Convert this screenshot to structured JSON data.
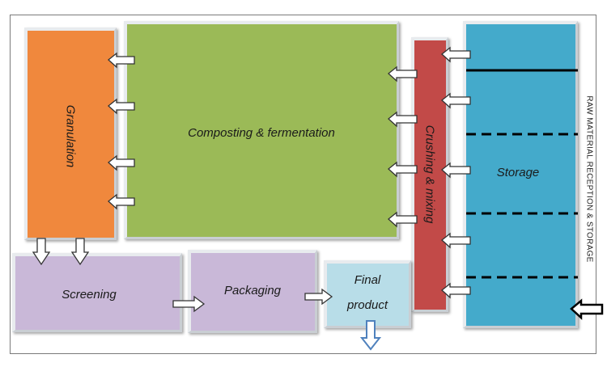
{
  "diagram": {
    "blocks": {
      "granulation": {
        "label": "Granulation",
        "color": "#f0883d"
      },
      "composting": {
        "label": "Composting & fermentation",
        "color": "#9bba57"
      },
      "crushing": {
        "label": "Crushing & mixing",
        "color": "#c24a48"
      },
      "storage": {
        "label": "Storage",
        "color": "#44aacb"
      },
      "screening": {
        "label": "Screening",
        "color": "#c9b8d8"
      },
      "packaging": {
        "label": "Packaging",
        "color": "#c9b8d8"
      },
      "final_product": {
        "label_line1": "Final",
        "label_line2": "product",
        "color": "#b8dde8"
      }
    },
    "side_label": "RAW MATERIAL RECEPTION & STORAGE",
    "arrow_colors": {
      "fill": "#ffffff",
      "stroke": "#333333",
      "outlet_stroke": "#4f81bd",
      "inlet_stroke": "#000000"
    }
  }
}
